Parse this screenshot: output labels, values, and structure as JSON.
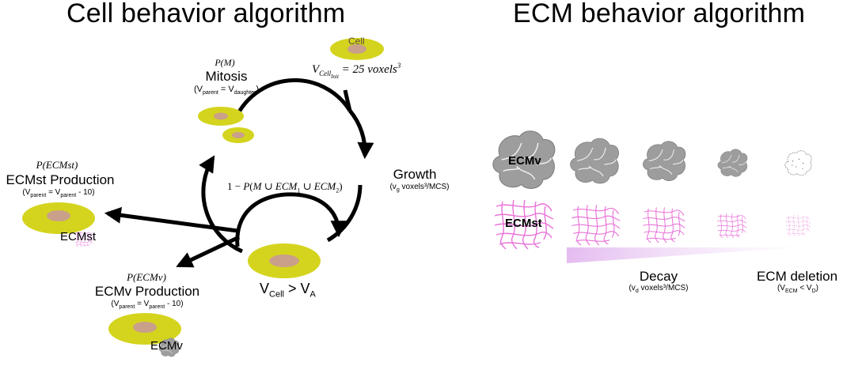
{
  "cell_panel": {
    "title": "Cell behavior algorithm",
    "initial_cell": {
      "label": "Cell",
      "volume_formula": "V_{Cell_init} = 25 voxels^3",
      "v": "V",
      "v_sub": "Cell",
      "v_subsub": "Init",
      "v_rest": " = 25 voxels",
      "v_sup": "3"
    },
    "mitosis": {
      "prob": "P(M)",
      "label": "Mitosis",
      "rule": "(V_parent = V_daughter)",
      "rule_open": "(V",
      "rule_sub1": "parent",
      "rule_mid": " = V",
      "rule_sub2": "daughter",
      "rule_close": ")"
    },
    "growth": {
      "label": "Growth",
      "rate": "(v_g voxels³/MCS)",
      "rate_open": "(v",
      "rate_sub": "g",
      "rate_rest": " voxels³/MCS)"
    },
    "stay": {
      "prob": "1 − P(M ∪ ECM₁ ∪ ECM₂)",
      "p1": "1 − ",
      "p2": "P",
      "p3": "(",
      "p4": "M",
      "p5": " ∪ ",
      "p6": "ECM",
      "p6sub": "1",
      "p7": " ∪ ",
      "p8": "ECM",
      "p8sub": "2",
      "p9": ")"
    },
    "threshold": {
      "label": "V_Cell > V_A",
      "v1": "V",
      "s1": "Cell",
      "mid": " > V",
      "s2": "A"
    },
    "ecmst_production": {
      "prob": "P(ECMst)",
      "label": "ECMst Production",
      "rule": "(V_parent = V_parent - 10)",
      "rule_open": "(V",
      "rule_sub1": "parent",
      "rule_mid": " = V",
      "rule_sub2": "parent",
      "rule_close": " - 10)",
      "matrix_label": "ECMst"
    },
    "ecmv_production": {
      "prob": "P(ECMv)",
      "label": "ECMv Production",
      "rule": "(V_parent = V_parent - 10)",
      "rule_open": "(V",
      "rule_sub1": "parent",
      "rule_mid": " = V",
      "rule_sub2": "parent",
      "rule_close": " - 10)",
      "matrix_label": "ECMv"
    }
  },
  "ecm_panel": {
    "title": "ECM behavior algorithm",
    "row_labels": [
      "ECMv",
      "ECMst"
    ],
    "decay": {
      "label": "Decay",
      "rate": "(v_d voxels³/MCS)",
      "rate_open": "(v",
      "rate_sub": "d",
      "rate_rest": " voxels³/MCS)"
    },
    "deletion": {
      "label": "ECM deletion",
      "rule": "(V_ECM < V_D)",
      "r_open": "(V",
      "r_sub1": "ECM",
      "r_mid": " < V",
      "r_sub2": "D",
      "r_close": ")"
    }
  },
  "colors": {
    "cell_body": "#d4d41e",
    "nucleus": "#c9a08a",
    "ecmv": "#a0a0a0",
    "ecmst": "#e872d8",
    "gradient": "#e9c8f0"
  }
}
